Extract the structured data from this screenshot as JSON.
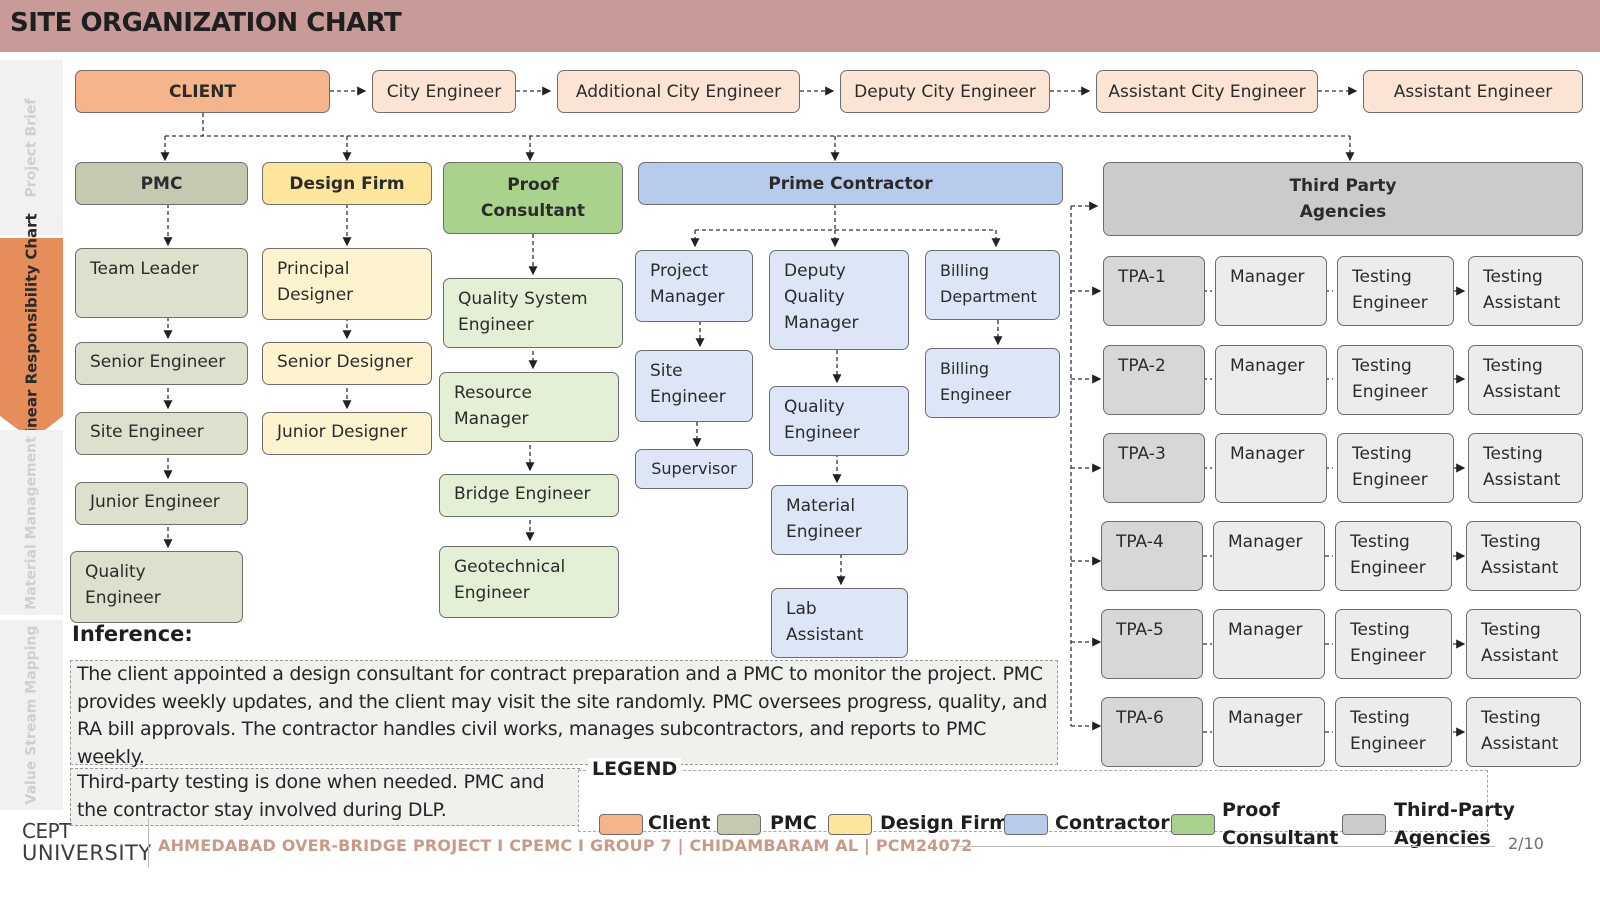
{
  "title": "SITE ORGANIZATION CHART",
  "side_tabs": [
    "Project\nBrief",
    "Linear\nResponsibility Chart",
    "Material\nManagement",
    "Value Stream\nMapping"
  ],
  "client_row": [
    "CLIENT",
    "City Engineer",
    "Additional City Engineer",
    "Deputy City Engineer",
    "Assistant City Engineer",
    "Assistant Engineer"
  ],
  "heads": {
    "pmc": "PMC",
    "design": "Design Firm",
    "proof": "Proof\nConsultant",
    "prime": "Prime Contractor",
    "tpa": "Third Party\nAgencies"
  },
  "pmc_chain": [
    "Team Leader",
    "Senior Engineer",
    "Site Engineer",
    "Junior Engineer",
    "Quality\nEngineer"
  ],
  "design_chain": [
    "Principal\nDesigner",
    "Senior Designer",
    "Junior Designer"
  ],
  "proof_chain": [
    "Quality System\nEngineer",
    "Resource\nManager",
    "Bridge Engineer",
    "Geotechnical\nEngineer"
  ],
  "contractor": {
    "project_manager": [
      "Project\nManager",
      "Site\nEngineer",
      "Supervisor"
    ],
    "quality": [
      "Deputy\nQuality\nManager",
      "Quality\nEngineer",
      "Material\nEngineer",
      "Lab\nAssistant"
    ],
    "billing": [
      "Billing\nDepartment",
      "Billing\nEngineer"
    ]
  },
  "tpa_rows": [
    {
      "name": "TPA-1",
      "roles": [
        "Manager",
        "Testing\nEngineer",
        "Testing\nAssistant"
      ]
    },
    {
      "name": "TPA-2",
      "roles": [
        "Manager",
        "Testing\nEngineer",
        "Testing\nAssistant"
      ]
    },
    {
      "name": "TPA-3",
      "roles": [
        "Manager",
        "Testing\nEngineer",
        "Testing\nAssistant"
      ]
    },
    {
      "name": "TPA-4",
      "roles": [
        "Manager",
        "Testing\nEngineer",
        "Testing\nAssistant"
      ]
    },
    {
      "name": "TPA-5",
      "roles": [
        "Manager",
        "Testing\nEngineer",
        "Testing\nAssistant"
      ]
    },
    {
      "name": "TPA-6",
      "roles": [
        "Manager",
        "Testing\nEngineer",
        "Testing\nAssistant"
      ]
    }
  ],
  "inference": {
    "title": "Inference:",
    "paragraph1": "The client appointed a design consultant for contract preparation and a PMC to monitor the project. PMC provides weekly updates, and the client may visit the site randomly. PMC oversees progress, quality, and RA bill approvals. The contractor handles civil works, manages subcontractors, and reports to PMC weekly.",
    "paragraph2": "Third-party testing is done when needed. PMC and the contractor stay involved during DLP."
  },
  "legend": {
    "title": "LEGEND",
    "items": [
      {
        "label": "Client",
        "color": "#f6b48b"
      },
      {
        "label": "PMC",
        "color": "#c5c9b0"
      },
      {
        "label": "Design Firm",
        "color": "#fde59b"
      },
      {
        "label": "Contractor",
        "color": "#b7cbec"
      },
      {
        "label": "Proof\nConsultant",
        "color": "#a9d28c"
      },
      {
        "label": "Third-Party\nAgencies",
        "color": "#cbcbcb"
      }
    ]
  },
  "footer": {
    "logo_top": "CEPT",
    "logo_bottom": "UNIVERSITY",
    "text": "AHMEDABAD OVER-BRIDGE PROJECT I CPEMC I GROUP 7 | CHIDAMBARAM AL | PCM24072",
    "page": "2/10"
  },
  "colors": {
    "title_bar": "#c89b98",
    "active_tab": "#e58e5a",
    "footer_text": "#c99a86"
  }
}
